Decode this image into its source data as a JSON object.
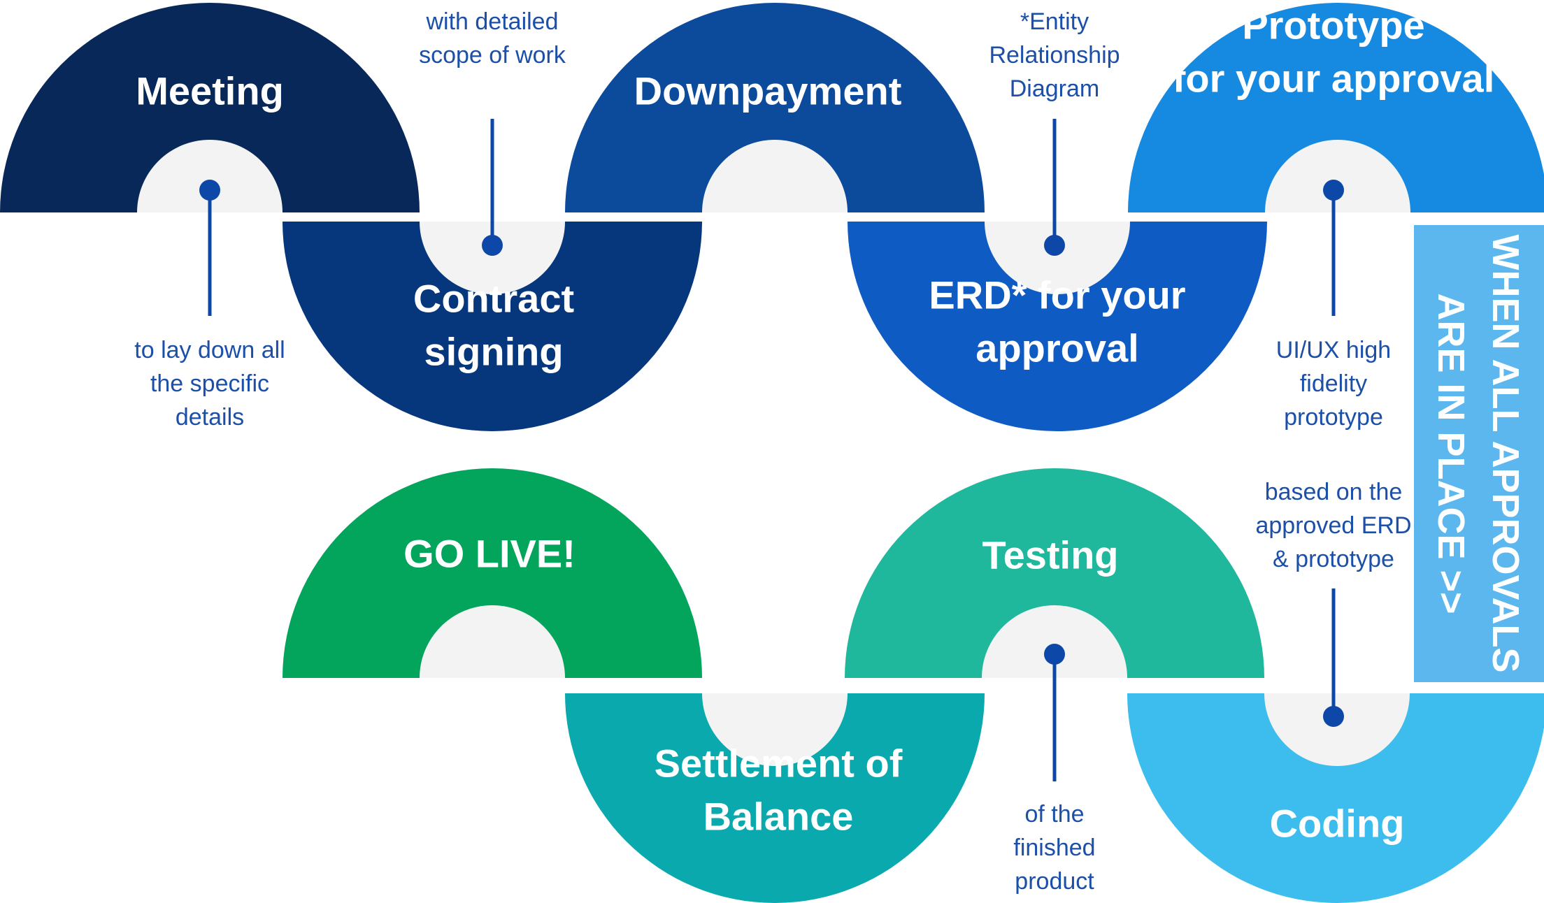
{
  "colors": {
    "hole": "#f3f3f3",
    "connector": "#0d47a8",
    "note_text": "#1b4fa8",
    "banner": "#5cb7ee"
  },
  "steps": [
    {
      "id": "meeting",
      "lines": [
        "Meeting"
      ],
      "color": "#08285a"
    },
    {
      "id": "contract",
      "lines": [
        "Contract",
        "signing"
      ],
      "color": "#06367c"
    },
    {
      "id": "downpayment",
      "lines": [
        "Downpayment"
      ],
      "color": "#0c4a9b"
    },
    {
      "id": "erd",
      "lines": [
        "ERD* for your",
        "approval"
      ],
      "color": "#0f5bc4"
    },
    {
      "id": "prototype",
      "lines": [
        "Prototype",
        "for your approval"
      ],
      "color": "#1689e0"
    },
    {
      "id": "coding",
      "lines": [
        "Coding"
      ],
      "color": "#3dbdee"
    },
    {
      "id": "testing",
      "lines": [
        "Testing"
      ],
      "color": "#1fb89d"
    },
    {
      "id": "settlement",
      "lines": [
        "Settlement of",
        "Balance"
      ],
      "color": "#0aa9ad"
    },
    {
      "id": "golive",
      "lines": [
        "GO LIVE!"
      ],
      "color": "#03a45c"
    }
  ],
  "notes": [
    {
      "id": "meeting-note",
      "lines": [
        "to lay down all",
        "the specific",
        "details"
      ]
    },
    {
      "id": "contract-note",
      "lines": [
        "with detailed",
        "scope of work"
      ]
    },
    {
      "id": "erd-note",
      "lines": [
        "*Entity",
        "Relationship",
        "Diagram"
      ]
    },
    {
      "id": "prototype-note",
      "lines": [
        "UI/UX high",
        "fidelity",
        "prototype"
      ]
    },
    {
      "id": "coding-note",
      "lines": [
        "based on the",
        "approved ERD",
        "& prototype"
      ]
    },
    {
      "id": "testing-note",
      "lines": [
        "of the",
        "finished",
        "product"
      ]
    }
  ],
  "banner": {
    "lines": [
      "WHEN ALL APPROVALS",
      "ARE IN PLACE >>"
    ]
  }
}
